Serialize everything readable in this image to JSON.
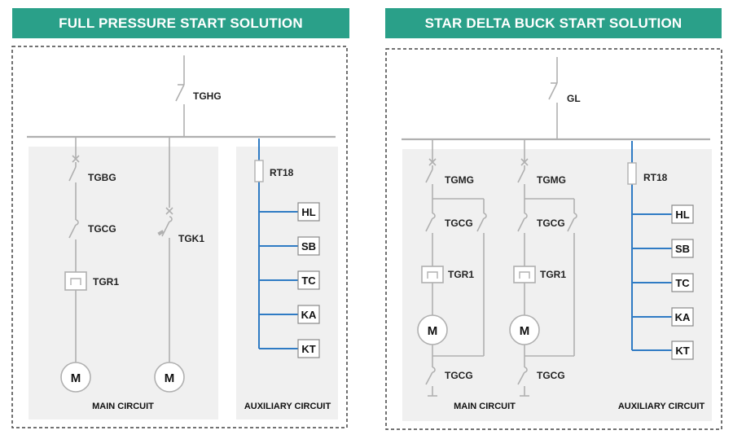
{
  "left_panel": {
    "title": "FULL PRESSURE START SOLUTION",
    "main_switch": "TGHG",
    "main_circuit_caption": "MAIN CIRCUIT",
    "auxiliary_caption": "AUXILIARY CIRCUIT",
    "branch1": {
      "breaker": "TGBG",
      "contactor": "TGCG",
      "relay": "TGR1",
      "motor": "M"
    },
    "branch2": {
      "switch": "TGK1",
      "motor": "M"
    },
    "auxiliary": {
      "fuse": "RT18",
      "items": [
        "HL",
        "SB",
        "TC",
        "KA",
        "KT"
      ]
    }
  },
  "right_panel": {
    "title": "STAR DELTA BUCK START SOLUTION",
    "main_switch": "GL",
    "main_circuit_caption": "MAIN CIRCUIT",
    "auxiliary_caption": "AUXILIARY CIRCUIT",
    "branch1": {
      "breaker": "TGMG",
      "contactor": "TGCG",
      "relay": "TGR1",
      "motor": "M",
      "star_contactor": "TGCG"
    },
    "branch2": {
      "breaker": "TGMG",
      "contactor": "TGCG",
      "relay": "TGR1",
      "motor": "M",
      "star_contactor": "TGCG"
    },
    "auxiliary": {
      "fuse": "RT18",
      "items": [
        "HL",
        "SB",
        "TC",
        "KA",
        "KT"
      ]
    }
  },
  "colors": {
    "banner": "#2aa089",
    "aux_wire": "#2f7bc4",
    "wire": "#b5b5b5",
    "panel_bg": "#f0f0f0"
  }
}
